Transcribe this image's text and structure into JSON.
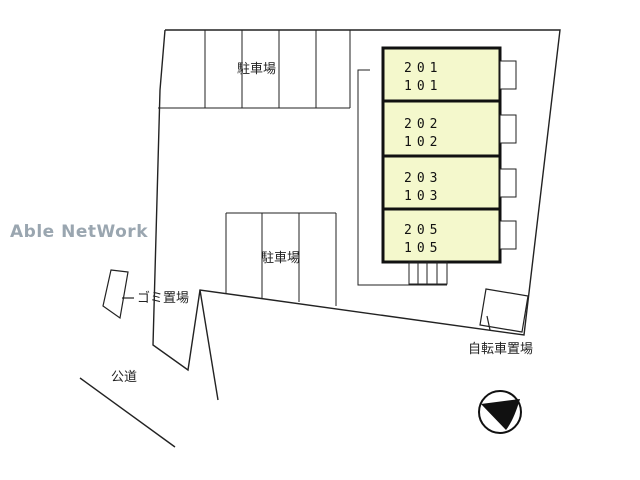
{
  "watermark": "Able NetWork",
  "labels": {
    "parking_top": "駐車場",
    "parking_middle": "駐車場",
    "garbage": "ゴミ置場",
    "public_road": "公道",
    "bicycle": "自転車置場"
  },
  "units": [
    {
      "upper": "201",
      "lower": "101"
    },
    {
      "upper": "202",
      "lower": "102"
    },
    {
      "upper": "203",
      "lower": "103"
    },
    {
      "upper": "205",
      "lower": "105"
    }
  ],
  "colors": {
    "building_fill": "#f4f8cc",
    "line": "#222222",
    "watermark": "#9aa6b0"
  },
  "icons": [
    "compass-icon"
  ]
}
